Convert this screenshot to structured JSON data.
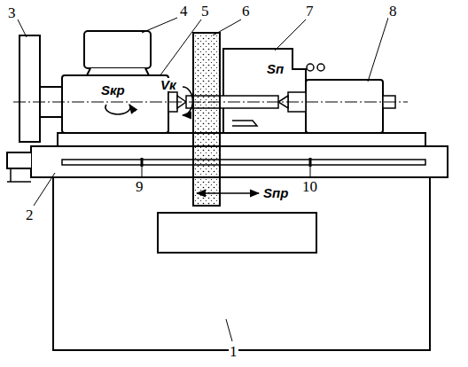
{
  "diagram": {
    "labels": [
      "1",
      "2",
      "3",
      "4",
      "5",
      "6",
      "7",
      "8",
      "9",
      "10",
      "Sкр",
      "Vк",
      "Sп",
      "Sпр"
    ]
  }
}
